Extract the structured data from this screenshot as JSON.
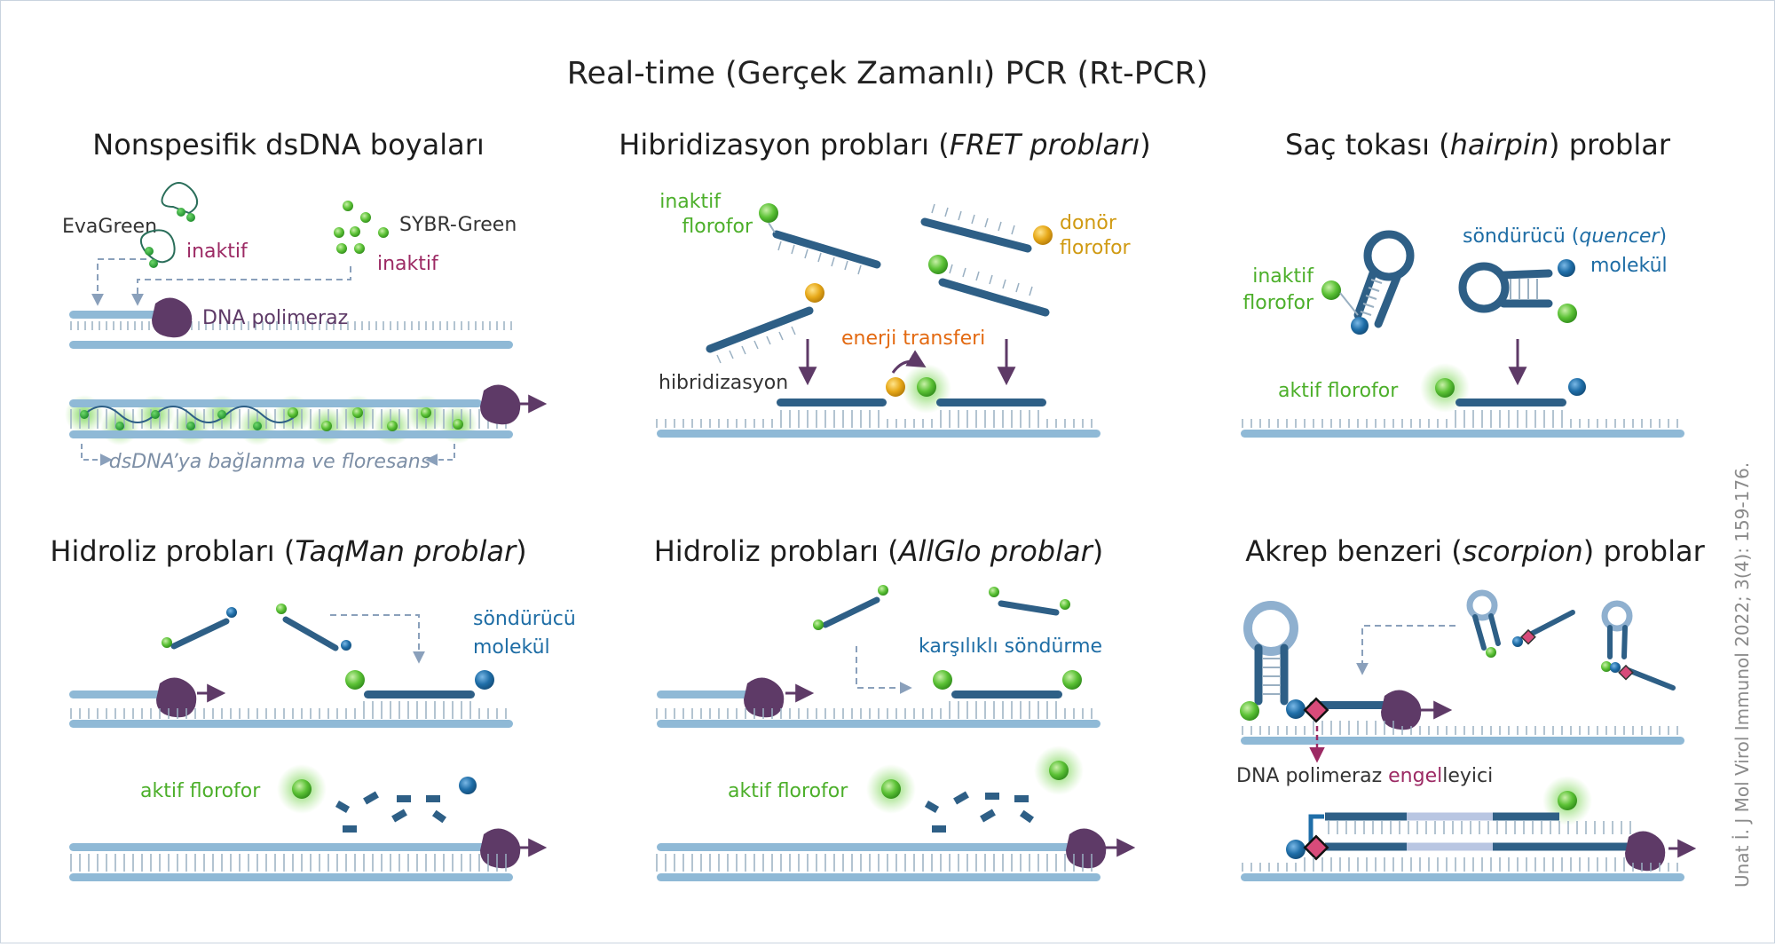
{
  "title": "Real-time (Gerçek Zamanlı) PCR (Rt-PCR)",
  "citation": "Unat İ. J Mol Virol Immunol 2022; 3(4): 159-176.",
  "colors": {
    "strand": "#8fb9d6",
    "probe": "#2e5f86",
    "polymerase": "#5e3a67",
    "fluor_green": "#4caf2a",
    "quencher_blue": "#1e6da5",
    "donor_gold": "#e0a818",
    "magenta": "#9c2a64"
  },
  "panels": {
    "dsdna": {
      "title": "Nonspesifik dsDNA boyaları",
      "evagreen": "EvaGreen",
      "sybr": "SYBR-Green",
      "inactive1": "inaktif",
      "inactive2": "inaktif",
      "polymerase": "DNA polimeraz",
      "binding": "dsDNA’ya bağlanma ve floresans"
    },
    "fret": {
      "title_pre": "Hibridizasyon probları (",
      "title_it": "FRET probları",
      "title_post": ")",
      "inactive_l1": "inaktif",
      "inactive_l2": "florofor",
      "donor_l1": "donör",
      "donor_l2": "florofor",
      "energy": "enerji transferi",
      "hybrid": "hibridizasyon"
    },
    "hairpin": {
      "title_pre": "Saç tokası (",
      "title_it": "hairpin",
      "title_post": ") problar",
      "quencher_pre": "söndürücü (",
      "quencher_it": "quencer",
      "quencher_post": ")",
      "molecule": "molekül",
      "inactive_l1": "inaktif",
      "inactive_l2": "florofor",
      "active": "aktif florofor"
    },
    "taqman": {
      "title_pre": "Hidroliz probları (",
      "title_it": "TaqMan problar",
      "title_post": ")",
      "quencher_l1": "söndürücü",
      "quencher_l2": "molekül",
      "active": "aktif florofor"
    },
    "allglo": {
      "title_pre": "Hidroliz probları (",
      "title_it": "AllGlo problar",
      "title_post": ")",
      "mutual": "karşılıklı söndürme",
      "active": "aktif florofor"
    },
    "scorpion": {
      "title_pre": "Akrep benzeri (",
      "title_it": "scorpion",
      "title_post": ") problar",
      "blocker_pre": "DNA polimeraz ",
      "blocker_mid": "engel",
      "blocker_post": "leyici"
    }
  }
}
